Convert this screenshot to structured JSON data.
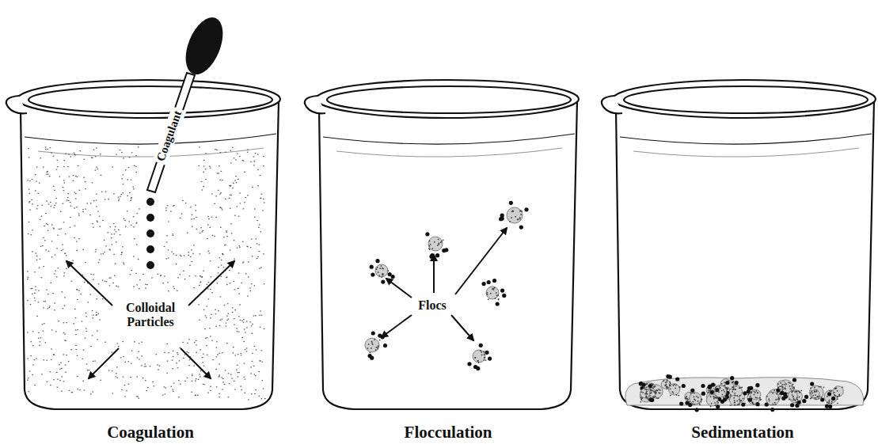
{
  "diagram": {
    "labels": [
      "Coagulant",
      "Colloidal Particles",
      "Flocs",
      "Coagulation",
      "Flocculation",
      "Sedimentation"
    ]
  }
}
